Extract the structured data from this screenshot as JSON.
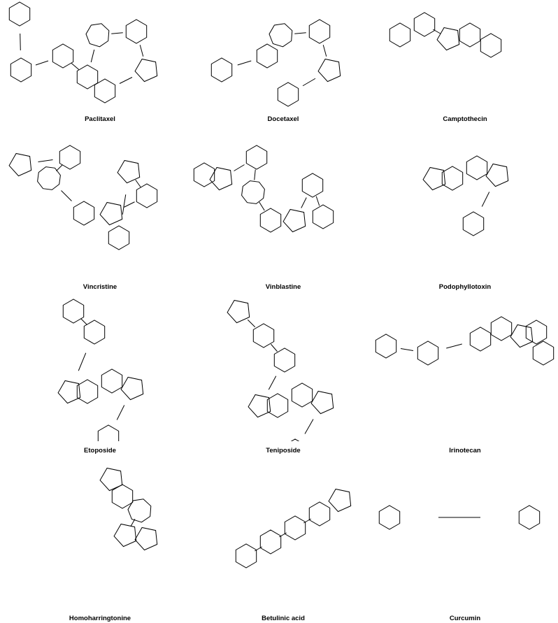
{
  "compounds": [
    {
      "name": "Paclitaxel"
    },
    {
      "name": "Docetaxel"
    },
    {
      "name": "Camptothecin"
    },
    {
      "name": "Vincristine"
    },
    {
      "name": "Vinblastine"
    },
    {
      "name": "Podophyllotoxin"
    },
    {
      "name": "Etoposide"
    },
    {
      "name": "Teniposide"
    },
    {
      "name": "Irinotecan"
    },
    {
      "name": "Homoharringtonine"
    },
    {
      "name": "Betulinic acid"
    },
    {
      "name": "Curcumin"
    }
  ],
  "colors": {
    "line": "#000000",
    "background": "#ffffff"
  }
}
